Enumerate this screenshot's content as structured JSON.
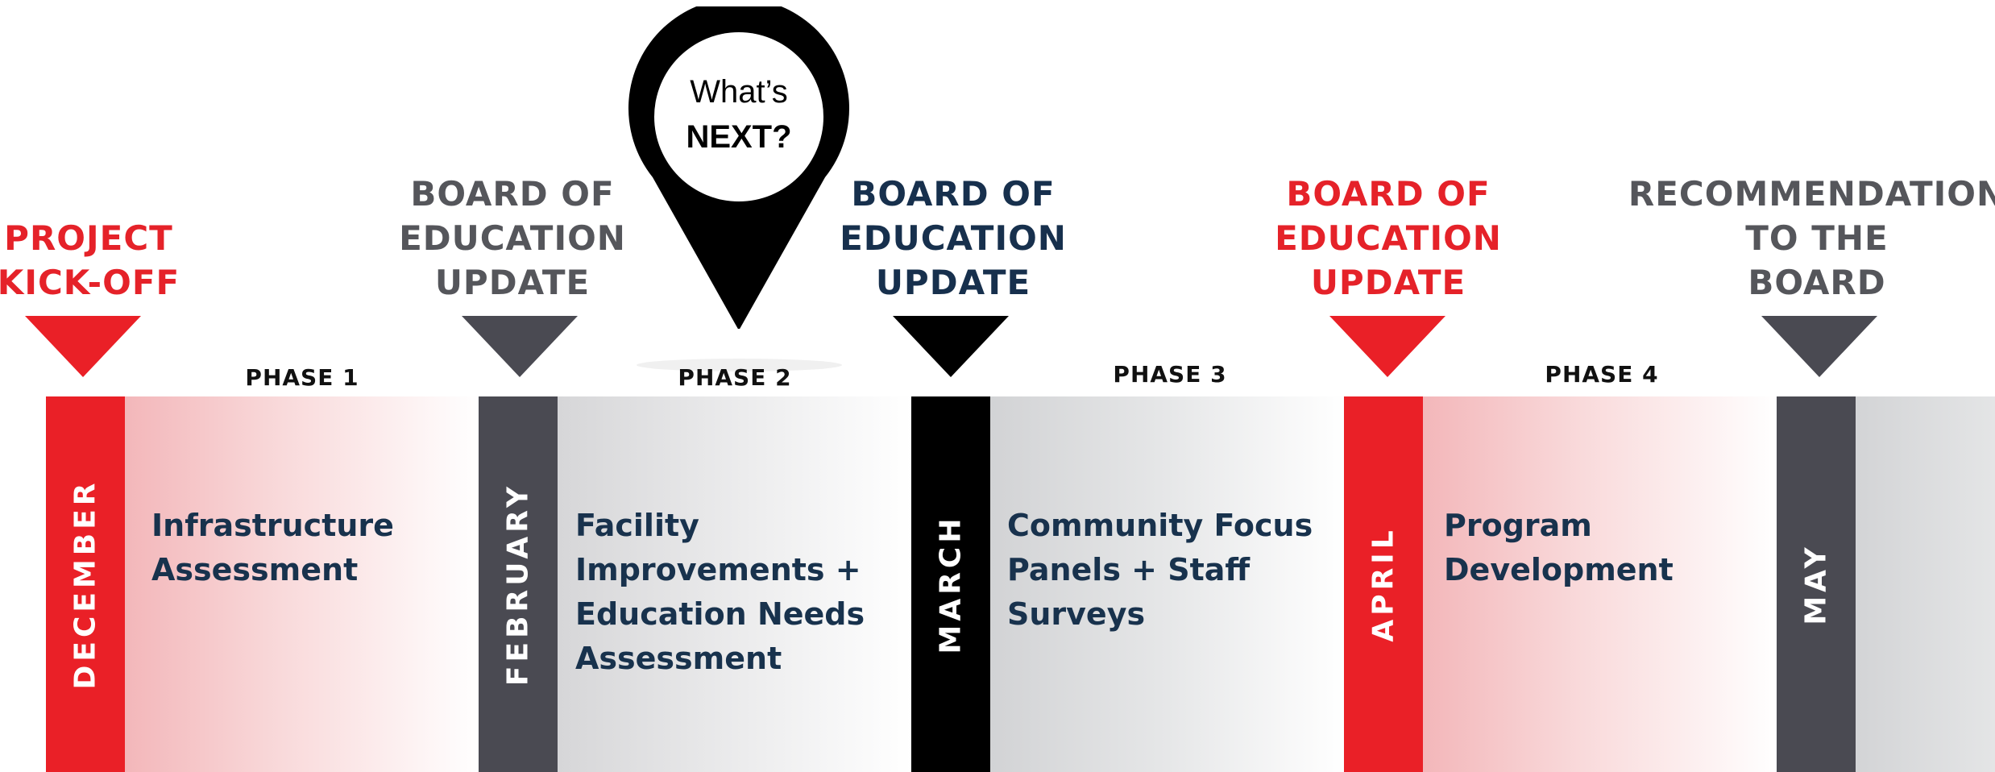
{
  "milestones": [
    {
      "text": "PROJECT\nKICK-OFF",
      "color": "#e52229"
    },
    {
      "text": "BOARD  OF\nEDUCATION\nUPDATE",
      "color": "#55565b"
    },
    {
      "text": "BOARD  OF\nEDUCATION\nUPDATE",
      "color": "#17304d"
    },
    {
      "text": "BOARD OF\nEDUCATION\nUPDATE",
      "color": "#e52229"
    },
    {
      "text": "RECOMMENDATION\nTO THE\nBOARD",
      "color": "#55565b"
    }
  ],
  "phases": [
    "PHASE 1",
    "PHASE 2",
    "PHASE 3",
    "PHASE 4"
  ],
  "months": [
    {
      "label": "DECEMBER",
      "color": "#ea2027"
    },
    {
      "label": "FEBRUARY",
      "color": "#4a4a52"
    },
    {
      "label": "MARCH",
      "color": "#000000"
    },
    {
      "label": "APRIL",
      "color": "#ea2027"
    },
    {
      "label": "MAY",
      "color": "#4a4a52"
    }
  ],
  "tasks": [
    "Infrastructure\nAssessment",
    "Facility\nImprovements +\nEducation Needs\nAssessment",
    "Community Focus\nPanels + Staff\nSurveys",
    "Program\nDevelopment"
  ],
  "callout": {
    "line1": "What’s",
    "line2": "NEXT?"
  }
}
